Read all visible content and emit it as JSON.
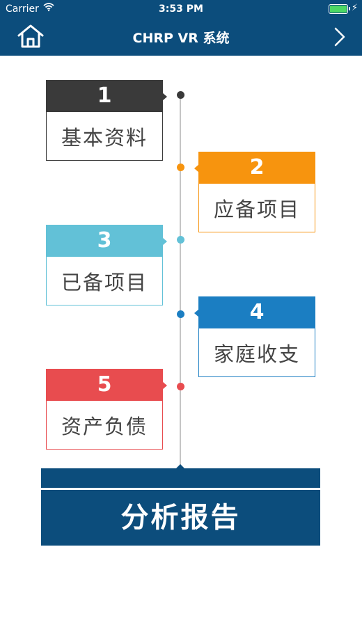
{
  "status_bar": {
    "carrier": "Carrier",
    "time": "3:53 PM"
  },
  "nav": {
    "title": "CHRP VR 系统",
    "home_icon": "home-icon",
    "next_icon": "chevron-right-icon"
  },
  "steps": [
    {
      "number": "1",
      "label": "基本资料",
      "color": "#3a3a3a"
    },
    {
      "number": "2",
      "label": "应备项目",
      "color": "#f7940e"
    },
    {
      "number": "3",
      "label": "已备项目",
      "color": "#62c1d7"
    },
    {
      "number": "4",
      "label": "家庭收支",
      "color": "#1b7ec2"
    },
    {
      "number": "5",
      "label": "资产负债",
      "color": "#e84c4f"
    }
  ],
  "report": {
    "label": "分析报告"
  },
  "colors": {
    "nav_bg": "#0c4d7c",
    "timeline": "#c5c5c5"
  }
}
